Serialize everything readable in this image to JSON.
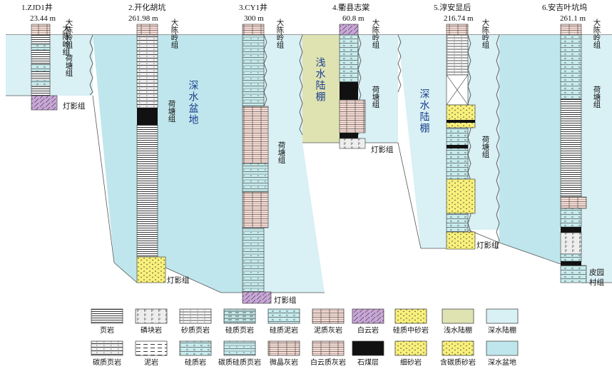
{
  "columns": [
    {
      "id": "zjd1",
      "title": "1.ZJD1井",
      "thickness": "23.44 m"
    },
    {
      "id": "kaihua",
      "title": "2.开化胡坑",
      "thickness": "261.98 m"
    },
    {
      "id": "cy1",
      "title": "3.CY1井",
      "thickness": "300 m"
    },
    {
      "id": "quxian",
      "title": "4.衢县志棠",
      "thickness": "60.8 m"
    },
    {
      "id": "chunan",
      "title": "5.淳安显后",
      "thickness": "216.74 m"
    },
    {
      "id": "anji",
      "title": "6.安吉叶坑坞",
      "thickness": "261.1 m"
    }
  ],
  "formations": {
    "dachenling": "大陈岭组",
    "hetang": "荷塘组",
    "dengying": "灯影组",
    "piyuancun": "皮园村组"
  },
  "facies_labels": {
    "deep_basin": "深水盆地",
    "shelf_shallow": "浅水陆棚",
    "shelf_deep": "深水陆棚"
  },
  "legend": [
    {
      "key": "shale",
      "label": "页岩"
    },
    {
      "key": "phosphorite",
      "label": "磷块岩"
    },
    {
      "key": "sandy_shale",
      "label": "砂质页岩"
    },
    {
      "key": "siliceous_shale",
      "label": "硅质页岩"
    },
    {
      "key": "siliceous_mudstone",
      "label": "硅质泥岩"
    },
    {
      "key": "argillaceous_limestone",
      "label": "泥质灰岩"
    },
    {
      "key": "dolomite",
      "label": "白云岩"
    },
    {
      "key": "siliceous_sandstone",
      "label": "硅质中砂岩"
    },
    {
      "key": "shallow_shelf",
      "label": "浅水陆棚"
    },
    {
      "key": "deep_shelf",
      "label": "深水陆棚"
    },
    {
      "key": "carbonaceous_shale",
      "label": "碳质页岩"
    },
    {
      "key": "mudstone",
      "label": "泥岩"
    },
    {
      "key": "siliceous_rock",
      "label": "硅质岩"
    },
    {
      "key": "carbonaceous_siliceous_shale",
      "label": "碳质硅质页岩"
    },
    {
      "key": "micritic_limestone",
      "label": "微晶灰岩"
    },
    {
      "key": "dolomitic_limestone",
      "label": "白云质灰岩"
    },
    {
      "key": "coal",
      "label": "石煤层"
    },
    {
      "key": "fine_sandstone",
      "label": "细砂岩"
    },
    {
      "key": "carbonaceous_sandstone",
      "label": "含碳质砂岩"
    },
    {
      "key": "deep_basin",
      "label": "深水盆地"
    }
  ],
  "colors": {
    "deep_basin": "#bfe6ec",
    "deep_shelf": "#d9f0f4",
    "shallow_shelf": "#dfe3b2",
    "carbonate": "#f7dcd4",
    "dolomite": "#c9a6d8",
    "sandstone": "#f8f07a",
    "siliceous": "#c8ecee",
    "coal": "#111111"
  }
}
